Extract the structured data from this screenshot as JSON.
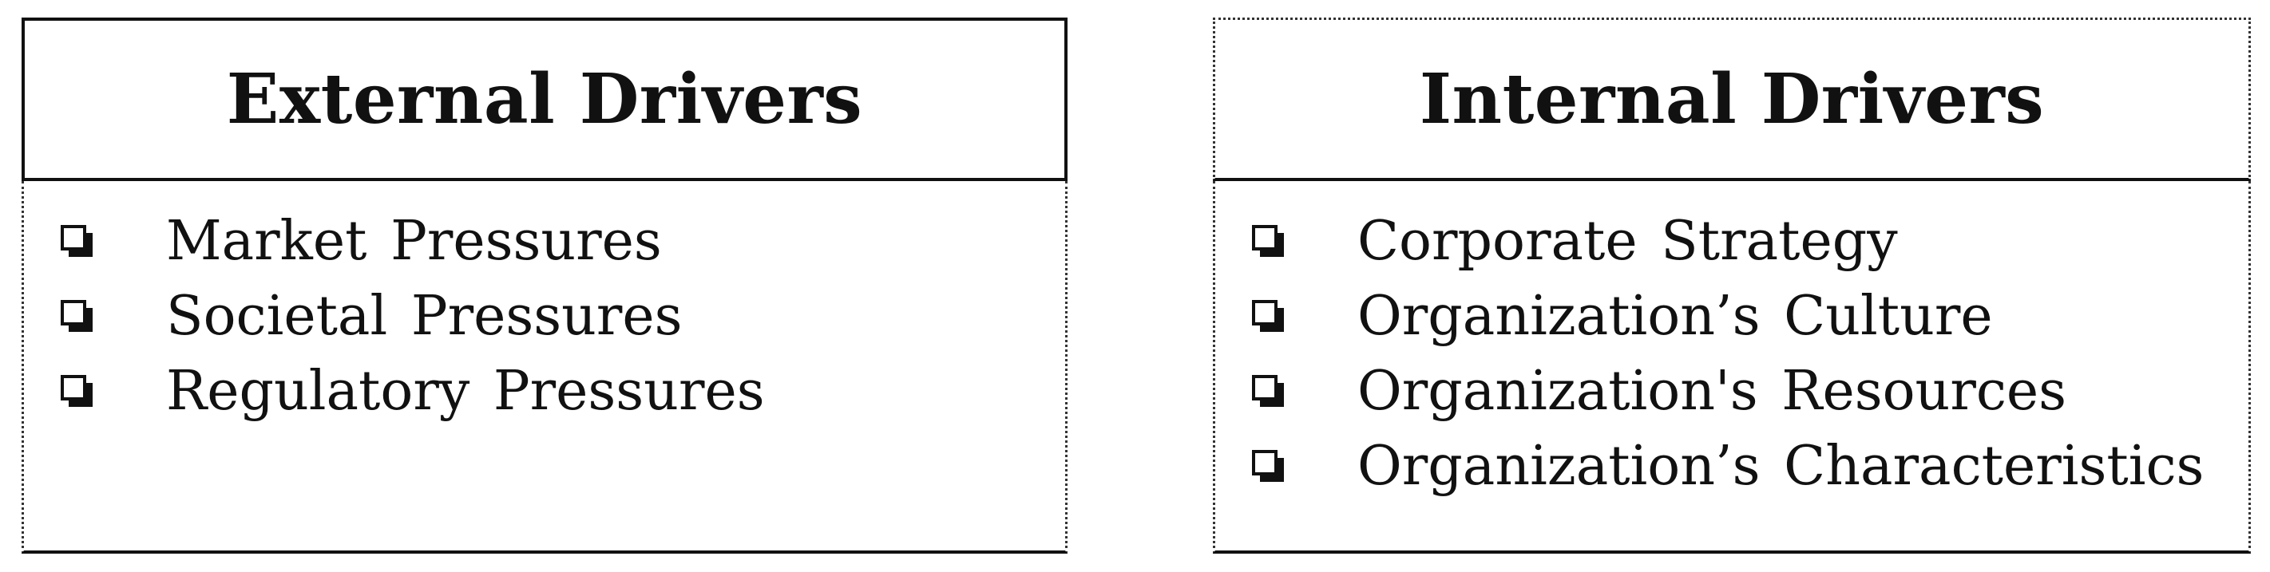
{
  "external": {
    "title": "External Drivers",
    "items": [
      {
        "label": "Market Pressures"
      },
      {
        "label": "Societal Pressures"
      },
      {
        "label": "Regulatory Pressures"
      }
    ]
  },
  "internal": {
    "title": "Internal Drivers",
    "items": [
      {
        "label": "Corporate Strategy"
      },
      {
        "label": "Organization’s Culture"
      },
      {
        "label": "Organization's Resources"
      },
      {
        "label": "Organization’s Characteristics"
      }
    ]
  },
  "icons": {
    "bullet": "checkbox-square-icon"
  }
}
